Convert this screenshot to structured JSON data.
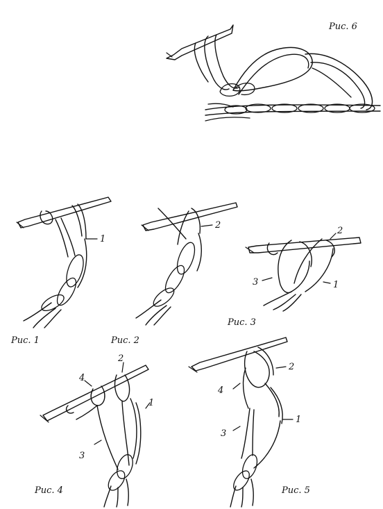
{
  "figures": [
    {
      "caption": "Рис. 1",
      "callouts": [
        "1"
      ]
    },
    {
      "caption": "Рис. 2",
      "callouts": [
        "2"
      ]
    },
    {
      "caption": "Рис. 3",
      "callouts": [
        "2",
        "3",
        "1"
      ]
    },
    {
      "caption": "Рис. 4",
      "callouts": [
        "4",
        "2",
        "1",
        "3"
      ]
    },
    {
      "caption": "Рис. 5",
      "callouts": [
        "2",
        "4",
        "1",
        "3"
      ]
    },
    {
      "caption": "Рис. 6",
      "callouts": []
    }
  ],
  "colors": {
    "ink": "#111111",
    "paper": "#ffffff"
  }
}
